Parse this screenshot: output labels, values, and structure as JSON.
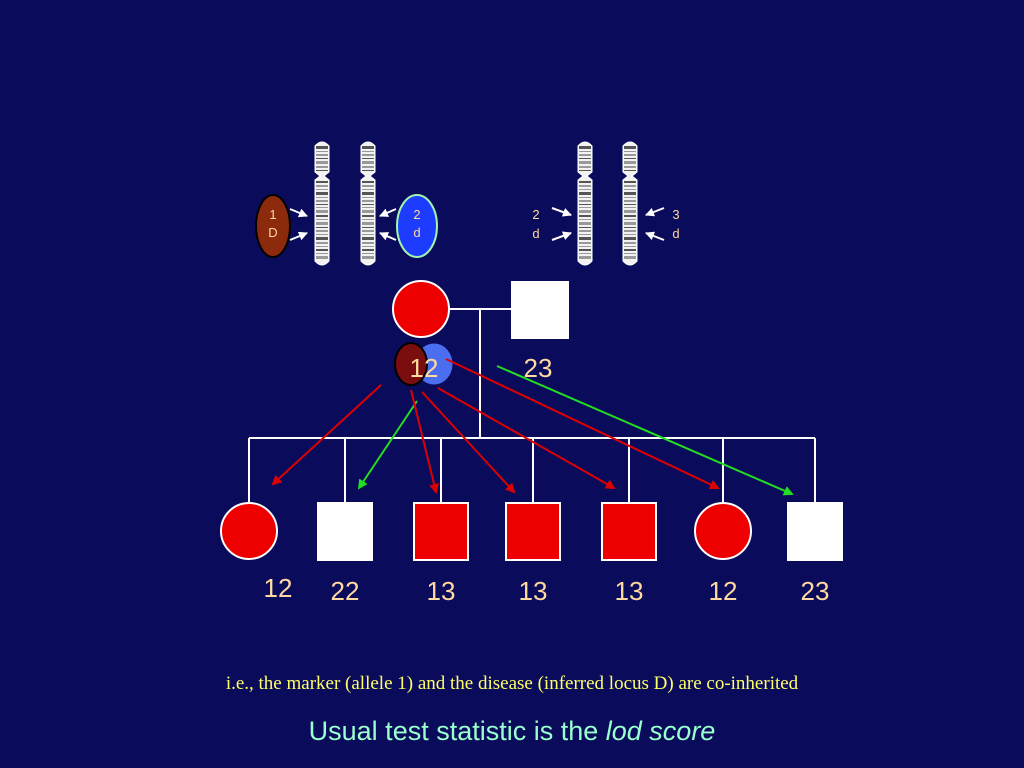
{
  "colors": {
    "background": "#0b0b5c",
    "affected": "#ee0000",
    "unaffected": "#ffffff",
    "line": "#ffffff",
    "arrow_red": "#dd0000",
    "arrow_green": "#22dd22",
    "allele_D_oval": "#8b2a0c",
    "allele_d_oval": "#1e3cff",
    "genotype_text": "#ffd9a0",
    "caption_text": "#ffff66",
    "subtitle_text": "#99ffcc"
  },
  "chromosomes": {
    "mother": {
      "left_oval": {
        "line1": "1",
        "line2": "D"
      },
      "right_oval": {
        "line1": "2",
        "line2": "d"
      }
    },
    "father": {
      "left_label": {
        "line1": "2",
        "line2": "d"
      },
      "right_label": {
        "line1": "3",
        "line2": "d"
      }
    }
  },
  "parents": {
    "mother": {
      "sex": "female",
      "affected": true,
      "genotype": "12"
    },
    "father": {
      "sex": "male",
      "affected": false,
      "genotype": "23"
    }
  },
  "children": [
    {
      "sex": "female",
      "affected": true,
      "genotype": "12"
    },
    {
      "sex": "male",
      "affected": false,
      "genotype": "22"
    },
    {
      "sex": "male",
      "affected": true,
      "genotype": "13"
    },
    {
      "sex": "male",
      "affected": true,
      "genotype": "13"
    },
    {
      "sex": "male",
      "affected": true,
      "genotype": "13"
    },
    {
      "sex": "female",
      "affected": true,
      "genotype": "12"
    },
    {
      "sex": "male",
      "affected": false,
      "genotype": "23"
    }
  ],
  "caption": "i.e., the marker (allele 1) and the disease (inferred locus D) are co-inherited",
  "subtitle": {
    "main": "Usual test statistic is the ",
    "emphasis": "lod score"
  }
}
